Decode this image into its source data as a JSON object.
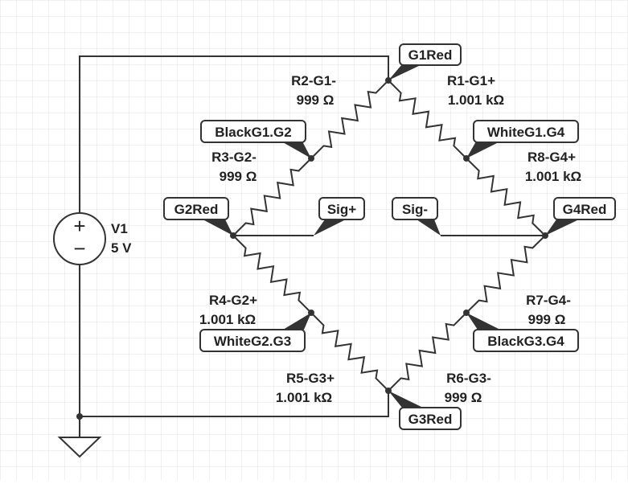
{
  "source": {
    "name": "V1",
    "value": "5 V",
    "plus": "+",
    "minus": "−"
  },
  "resistors": [
    {
      "id": "r1",
      "name": "R1-G1+",
      "value": "1.001 kΩ"
    },
    {
      "id": "r2",
      "name": "R2-G1-",
      "value": "999 Ω"
    },
    {
      "id": "r3",
      "name": "R3-G2-",
      "value": "999 Ω"
    },
    {
      "id": "r4",
      "name": "R4-G2+",
      "value": "1.001 kΩ"
    },
    {
      "id": "r5",
      "name": "R5-G3+",
      "value": "1.001 kΩ"
    },
    {
      "id": "r6",
      "name": "R6-G3-",
      "value": "999 Ω"
    },
    {
      "id": "r7",
      "name": "R7-G4-",
      "value": "999 Ω"
    },
    {
      "id": "r8",
      "name": "R8-G4+",
      "value": "1.001 kΩ"
    }
  ],
  "net_labels": [
    "G1Red",
    "BlackG1.G2",
    "WhiteG1.G4",
    "G2Red",
    "Sig+",
    "Sig-",
    "G4Red",
    "WhiteG2.G3",
    "BlackG3.G4",
    "G3Red"
  ],
  "colors": {
    "wire": "#333333",
    "grid": "#e2e2e2",
    "background": "#ffffff"
  }
}
